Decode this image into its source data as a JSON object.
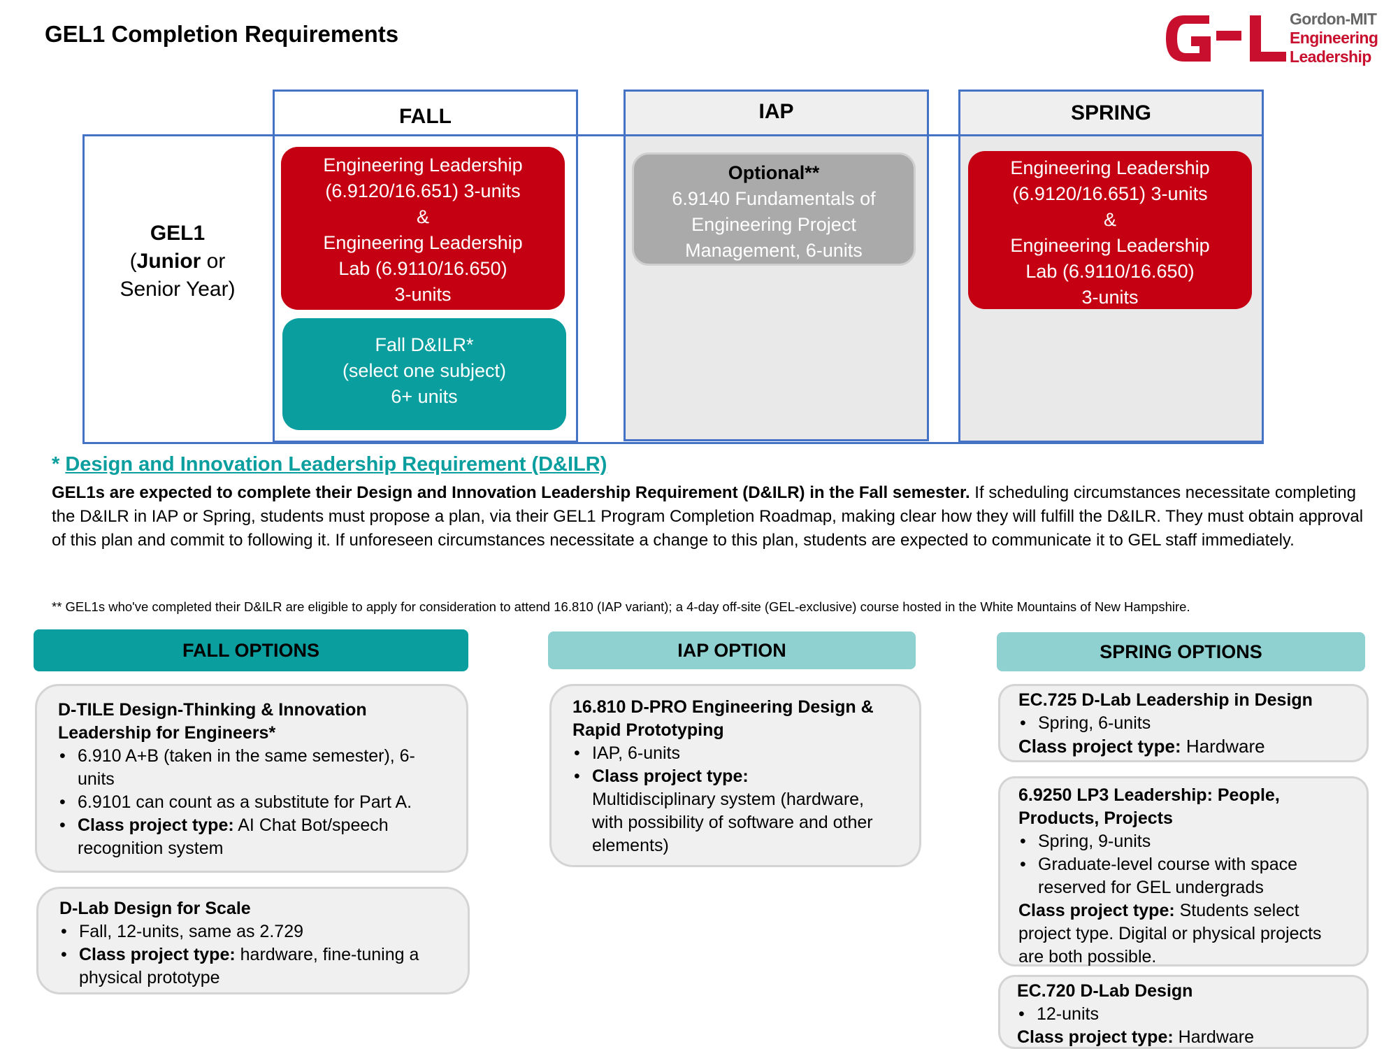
{
  "page_title": "GEL1 Completion Requirements",
  "logo": {
    "line1": "Gordon-MIT",
    "line2": "Engineering",
    "line3": "Leadership",
    "colors": {
      "brand_red": "#c8102e",
      "gray": "#666666"
    }
  },
  "colors": {
    "frame_blue": "#4472c4",
    "red": "#c50012",
    "teal": "#0a9e9e",
    "light_teal": "#8fd0d0"
  },
  "table": {
    "headers": {
      "fall": "FALL",
      "iap": "IAP",
      "spring": "SPRING"
    },
    "row_label": {
      "title": "GEL1",
      "junior": "Junior",
      "or": " or",
      "senior": "Senior Year)",
      "open_paren": "("
    },
    "fall_card": {
      "l1": "Engineering Leadership",
      "l2": "(6.9120/16.651) 3-units",
      "l3": "&",
      "l4": "Engineering Leadership",
      "l5": "Lab (6.9110/16.650)",
      "l6": "3-units"
    },
    "fall_dilr": {
      "l1": "Fall D&ILR*",
      "l2": "(select one subject)",
      "l3": "6+ units"
    },
    "iap_card": {
      "l1": "Optional**",
      "l2": "6.9140 Fundamentals of",
      "l3": "Engineering Project",
      "l4": "Management, 6-units"
    },
    "spring_card": {
      "l1": "Engineering Leadership",
      "l2": "(6.9120/16.651) 3-units",
      "l3": "&",
      "l4": "Engineering Leadership",
      "l5": "Lab (6.9110/16.650)",
      "l6": "3-units"
    }
  },
  "requirement": {
    "star": "* ",
    "link": "Design and Innovation Leadership Requirement (D&ILR)",
    "bold": "GEL1s are expected to complete their Design and Innovation Leadership Requirement (D&ILR) in the Fall semester.",
    "rest": " If scheduling circumstances necessitate completing the D&ILR in IAP or Spring, students must propose a plan, via their GEL1 Program Completion Roadmap, making clear how they will fulfill the D&ILR. They must obtain approval of this plan and commit to following it. If unforeseen circumstances necessitate a change to this plan, students are expected to communicate it to GEL staff immediately."
  },
  "footnote": "** GEL1s who've completed their D&ILR are eligible to apply for consideration to attend 16.810 (IAP variant); a 4-day off-site (GEL-exclusive) course hosted in the White Mountains of New Hampshire.",
  "options": {
    "fall_head": "FALL OPTIONS",
    "iap_head": "IAP OPTION",
    "spring_head": "SPRING OPTIONS",
    "dtile": {
      "title": "D-TILE Design-Thinking & Innovation Leadership for Engineers*",
      "b1": "6.910 A+B (taken in the same semester), 6-units",
      "b2": "6.9101 can count as a substitute for Part A.",
      "b3_label": "Class project type:",
      "b3_text": " AI Chat Bot/speech recognition system"
    },
    "dlab_scale": {
      "title": "D-Lab Design for Scale",
      "b1": "Fall, 12-units, same as 2.729",
      "b2_label": "Class project type:",
      "b2_text": " hardware, fine-tuning a physical prototype"
    },
    "dpro": {
      "title": "16.810 D-PRO Engineering Design & Rapid Prototyping",
      "b1": "IAP, 6-units",
      "b2_label": "Class project type:",
      "b2_text": "Multidisciplinary system (hardware, with possibility of software and other elements)"
    },
    "ec725": {
      "title": "EC.725  D-Lab Leadership in Design",
      "b1": "Spring, 6-units",
      "type_label": "Class project type:",
      "type_text": " Hardware"
    },
    "lp3": {
      "title": "6.9250 LP3 Leadership: People, Products, Projects",
      "b1": "Spring, 9-units",
      "b2": "Graduate-level course with space reserved for GEL undergrads",
      "type_label": "Class project type:",
      "type_text": " Students select project type. Digital or physical projects are both possible."
    },
    "ec720": {
      "title": "EC.720 D-Lab Design",
      "b1": "12-units",
      "type_label": "Class project type:",
      "type_text": " Hardware"
    }
  }
}
